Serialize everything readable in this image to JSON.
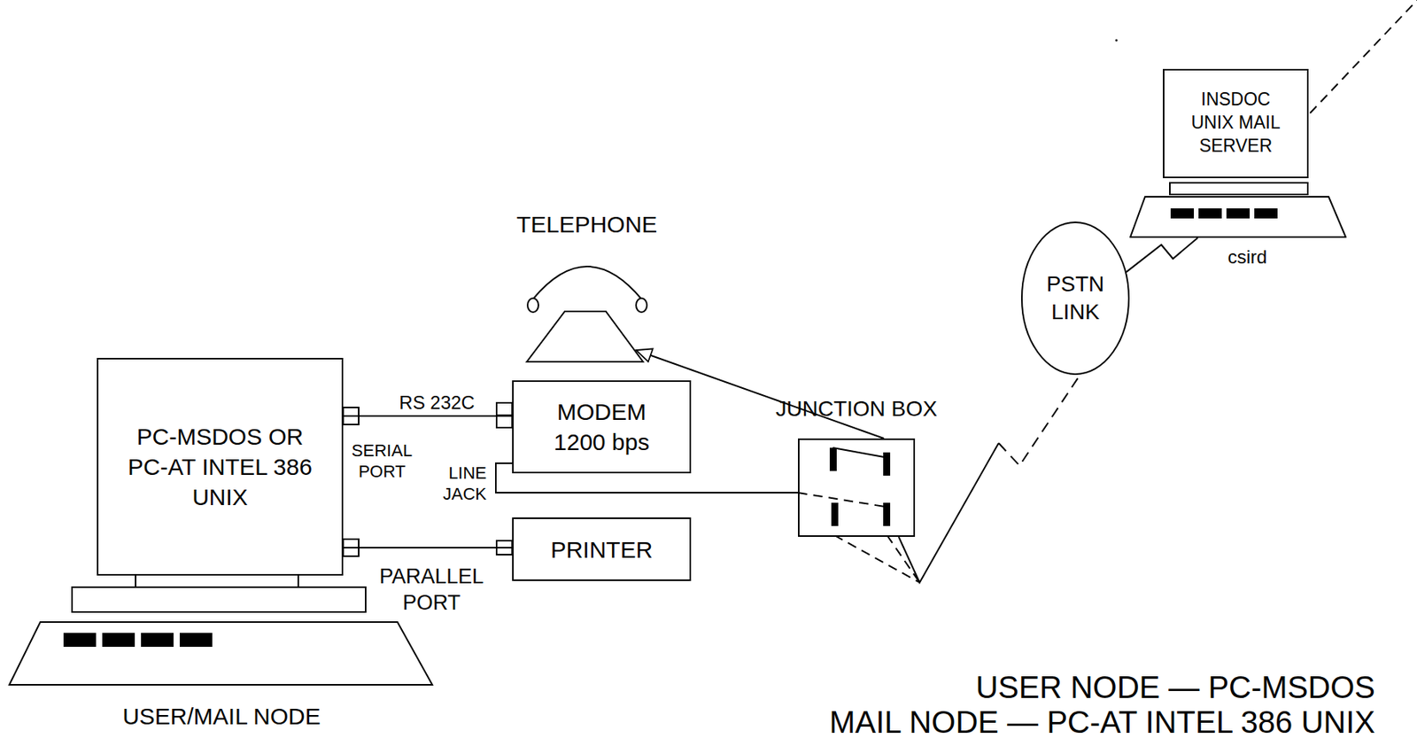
{
  "diagram": {
    "nodes": [
      {
        "text": [
          "PC-MSDOS OR PC-AT INTEL 386 UNIX"
        ]
      },
      {
        "text": [
          "MODEM 1200 bps"
        ]
      },
      {
        "text": [
          "PRINTER"
        ]
      },
      {
        "text": [
          "JUNCTION BOX"
        ]
      },
      {
        "text": [
          "TELEPHONE"
        ]
      },
      {
        "text": [
          "PSTN LINK"
        ]
      },
      {
        "text": [
          "INSDOC UNIX MAIL SERVER"
        ]
      }
    ],
    "edges": [
      {
        "from": 0,
        "to": 1,
        "label": "RS 232C",
        "arrow": "none"
      },
      {
        "from": 0,
        "to": 2,
        "arrow": "none"
      },
      {
        "from": 1,
        "to": 3,
        "arrow": "none"
      },
      {
        "from": 3,
        "to": 4,
        "arrow": "to"
      },
      {
        "from": 3,
        "to": 5,
        "arrow": "none"
      },
      {
        "from": 5,
        "to": 6,
        "arrow": "none"
      }
    ],
    "labels": [
      "SERIAL PORT",
      "LINE JACK",
      "PARALLEL PORT",
      "USER/MAIL NODE",
      "csird",
      "USER NODE — PC-MSDOS",
      "MAIL NODE — PC-AT INTEL 386 UNIX"
    ]
  }
}
